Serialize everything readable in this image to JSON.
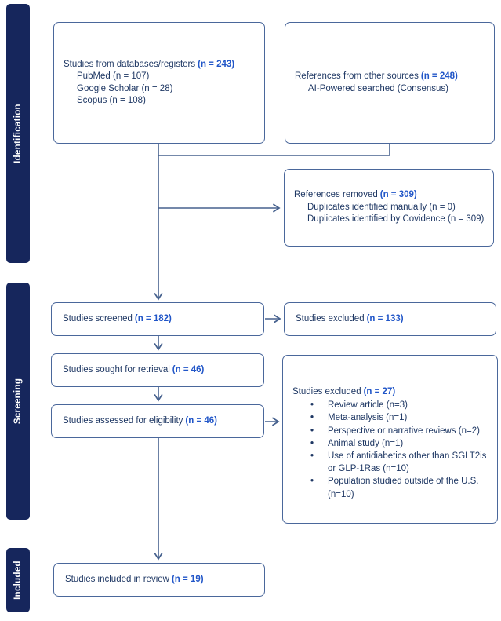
{
  "palette": {
    "stage_bar_navy": "#16265c",
    "text_navy": "#1f3864",
    "value_blue": "#2156c8",
    "box_border_blue": "#4a679b",
    "arrow_blue": "#46618e"
  },
  "sidebar": {
    "stages": [
      {
        "label": "Identification"
      },
      {
        "label": "Screening"
      },
      {
        "label": "Included"
      }
    ]
  },
  "boxes": {
    "databases": {
      "title": "Studies from databases/registers",
      "n": "(n = 243)",
      "items": [
        "PubMed (n = 107)",
        "Google Scholar (n = 28)",
        "Scopus (n = 108)"
      ]
    },
    "other_sources": {
      "title": "References from other sources",
      "n": "(n = 248)",
      "items": [
        "AI-Powered searched (Consensus)"
      ]
    },
    "references_removed": {
      "title": "References removed",
      "n": "(n = 309)",
      "items": [
        "Duplicates identified manually (n = 0)",
        "Duplicates identified by Covidence (n = 309)"
      ]
    },
    "screened": {
      "title": "Studies screened",
      "n": "(n = 182)"
    },
    "excluded_screening": {
      "title": "Studies excluded",
      "n": "(n = 133)"
    },
    "sought_retrieval": {
      "title": "Studies sought for retrieval",
      "n": "(n = 46)"
    },
    "assessed_eligibility": {
      "title": "Studies assessed for eligibility",
      "n": "(n = 46)"
    },
    "excluded_eligibility": {
      "title": "Studies excluded",
      "n": "(n = 27)",
      "bullets": [
        "Review article (n=3)",
        "Meta-analysis (n=1)",
        "Perspective or narrative reviews (n=2)",
        "Animal study (n=1)",
        "Use of antidiabetics other than SGLT2is or GLP-1Ras (n=10)",
        "Population studied outside of the U.S. (n=10)"
      ]
    },
    "included_review": {
      "title": "Studies included in review",
      "n": "(n = 19)"
    }
  }
}
